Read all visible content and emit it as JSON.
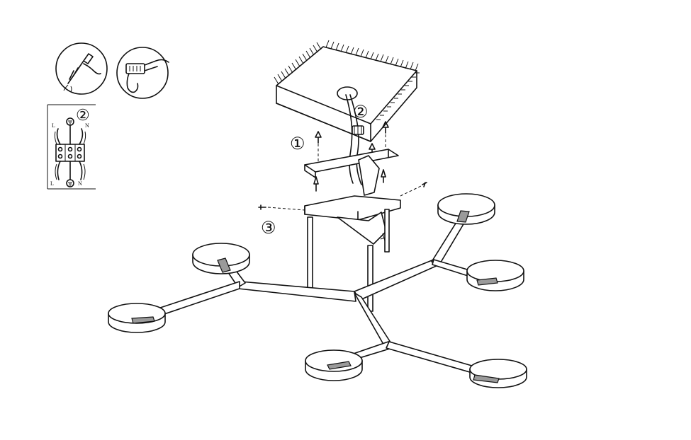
{
  "steps": {
    "step1": "①",
    "step2": "②",
    "step3": "③"
  },
  "wiring": {
    "step_marker": "②",
    "label_L_top": "L",
    "label_N_top": "N",
    "label_L_bottom": "L",
    "label_N_bottom": "N"
  },
  "colors": {
    "ink": "#111111",
    "background": "#ffffff",
    "shade": "#9a9a9a"
  }
}
